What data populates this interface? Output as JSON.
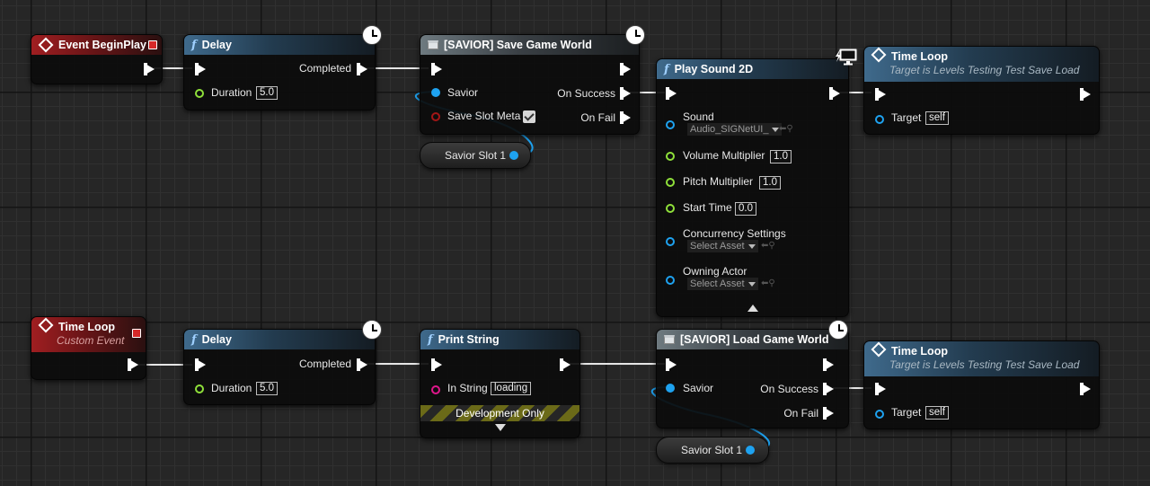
{
  "nodes": {
    "event_begin_play": {
      "title": "Event BeginPlay"
    },
    "delay1": {
      "title": "Delay",
      "completed": "Completed",
      "duration_label": "Duration",
      "duration_value": "5.0"
    },
    "save_game": {
      "title": "[SAVIOR] Save Game World",
      "savior": "Savior",
      "save_slot_meta": "Save Slot Meta",
      "on_success": "On Success",
      "on_fail": "On Fail"
    },
    "savior_slot_1a": {
      "label": "Savior Slot 1"
    },
    "play_sound": {
      "title": "Play Sound 2D",
      "sound": "Sound",
      "sound_value": "Audio_SIGNetUI_",
      "volume": "Volume Multiplier",
      "volume_value": "1.0",
      "pitch": "Pitch Multiplier",
      "pitch_value": "1.0",
      "start": "Start Time",
      "start_value": "0.0",
      "concurrency": "Concurrency Settings",
      "concurrency_value": "Select Asset",
      "owner": "Owning Actor",
      "owner_value": "Select Asset"
    },
    "time_loop_call1": {
      "title": "Time Loop",
      "subtitle": "Target is Levels Testing Test Save Load",
      "target": "Target",
      "target_value": "self"
    },
    "time_loop_event": {
      "title": "Time Loop",
      "subtitle": "Custom Event"
    },
    "delay2": {
      "title": "Delay",
      "completed": "Completed",
      "duration_label": "Duration",
      "duration_value": "5.0"
    },
    "print_string": {
      "title": "Print String",
      "in_string": "In String",
      "in_string_value": "loading",
      "dev_only": "Development Only"
    },
    "load_game": {
      "title": "[SAVIOR] Load Game World",
      "savior": "Savior",
      "on_success": "On Success",
      "on_fail": "On Fail"
    },
    "savior_slot_1b": {
      "label": "Savior Slot 1"
    },
    "time_loop_call2": {
      "title": "Time Loop",
      "subtitle": "Target is Levels Testing Test Save Load",
      "target": "Target",
      "target_value": "self"
    }
  },
  "colors": {
    "exec": "#ffffff",
    "object_pin": "#1ea2f0",
    "float_pin": "#8fe03a",
    "bool_pin": "#a31616",
    "string_pin": "#e0168c",
    "event_header": "#a01e21",
    "function_header": "#3f6a8c"
  }
}
